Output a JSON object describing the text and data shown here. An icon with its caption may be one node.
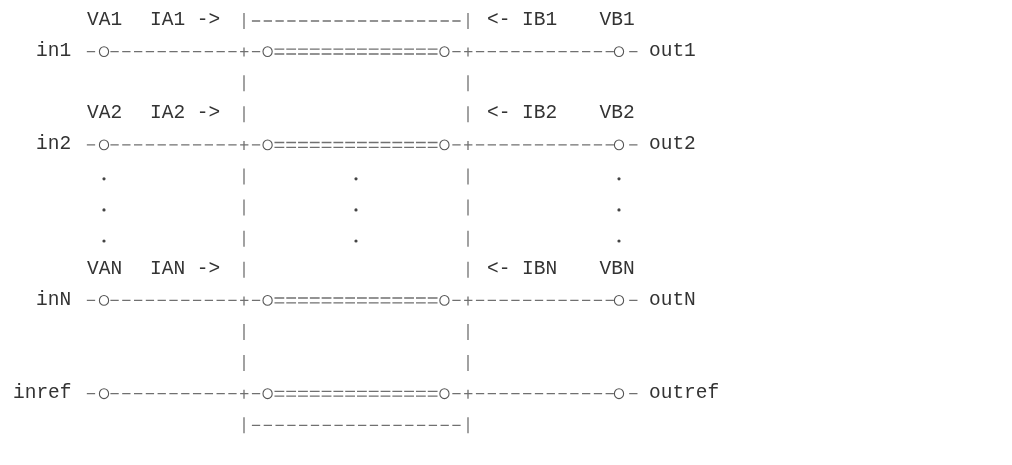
{
  "diagram": {
    "nodes": [
      {
        "text": [],
        "shape": "box"
      },
      {
        "text": [
          "in1"
        ]
      },
      {
        "text": [
          "out1"
        ]
      },
      {
        "text": [
          "in2"
        ]
      },
      {
        "text": [
          "out2"
        ]
      },
      {
        "text": [
          "inN"
        ]
      },
      {
        "text": [
          "outN"
        ]
      },
      {
        "text": [
          "inref"
        ]
      },
      {
        "text": [
          "outref"
        ]
      }
    ],
    "edges": [
      {
        "from": 1,
        "to": 0,
        "arrow": "none"
      },
      {
        "from": 0,
        "to": 2,
        "arrow": "none"
      },
      {
        "from": 3,
        "to": 0,
        "arrow": "none"
      },
      {
        "from": 0,
        "to": 4,
        "arrow": "none"
      },
      {
        "from": 5,
        "to": 0,
        "arrow": "none"
      },
      {
        "from": 0,
        "to": 6,
        "arrow": "none"
      },
      {
        "from": 7,
        "to": 0,
        "arrow": "none"
      },
      {
        "from": 0,
        "to": 8,
        "arrow": "none"
      }
    ],
    "labels": [
      "VA1",
      "IA1 ->",
      "<- IB1",
      "VB1",
      "VA2",
      "IA2 ->",
      "<- IB2",
      "VB2",
      "VAN",
      "IAN ->",
      "<- IBN",
      "VBN"
    ]
  }
}
